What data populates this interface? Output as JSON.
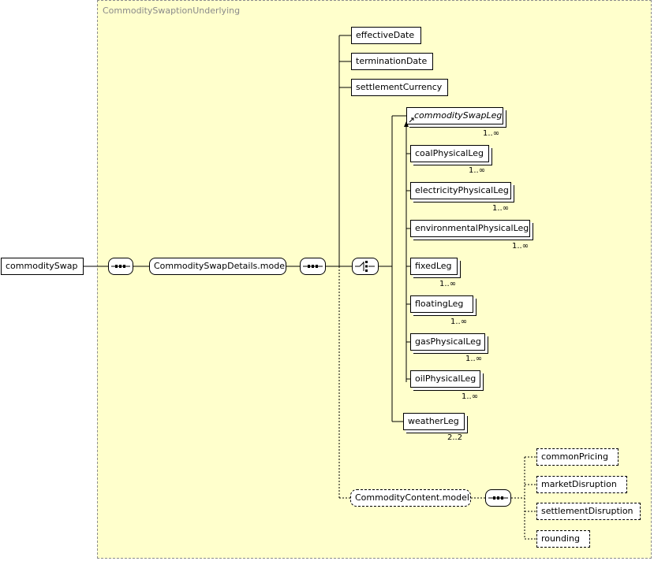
{
  "diagram": {
    "region_title": "CommoditySwaptionUnderlying",
    "root": "commoditySwap",
    "model_group": "CommoditySwapDetails.model",
    "elements_top": [
      "effectiveDate",
      "terminationDate",
      "settlementCurrency"
    ],
    "legs": [
      {
        "label": "commoditySwapLeg",
        "card": "1..∞"
      },
      {
        "label": "coalPhysicalLeg",
        "card": "1..∞"
      },
      {
        "label": "electricityPhysicalLeg",
        "card": "1..∞"
      },
      {
        "label": "environmentalPhysicalLeg",
        "card": "1..∞"
      },
      {
        "label": "fixedLeg",
        "card": "1..∞"
      },
      {
        "label": "floatingLeg",
        "card": "1..∞"
      },
      {
        "label": "gasPhysicalLeg",
        "card": "1..∞"
      },
      {
        "label": "oilPhysicalLeg",
        "card": "1..∞"
      },
      {
        "label": "weatherLeg",
        "card": "2..2"
      }
    ],
    "content_group": "CommodityContent.model",
    "content_items": [
      "commonPricing",
      "marketDisruption",
      "settlementDisruption",
      "rounding"
    ]
  }
}
